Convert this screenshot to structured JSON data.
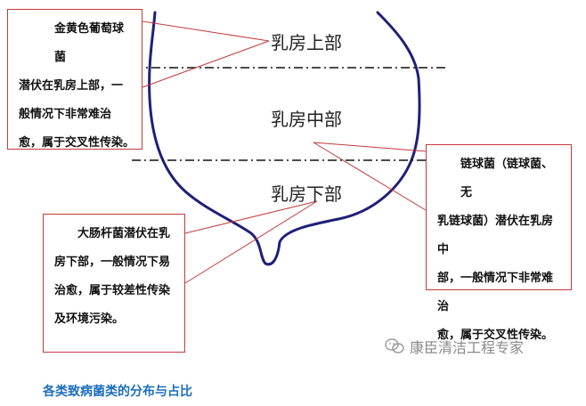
{
  "zones": {
    "upper": "乳房上部",
    "middle": "乳房中部",
    "lower": "乳房下部"
  },
  "boxes": {
    "staph": [
      "金黄色葡萄球菌",
      "潜伏在乳房上部，一",
      "般情况下非常难治",
      "愈，属于交叉性传染。"
    ],
    "strep": [
      "链球菌（链球菌、无",
      "乳链球菌）潜伏在乳房中",
      "部，一般情况下非常难治",
      "愈，属于交叉性传染。"
    ],
    "ecoli": [
      "大肠杆菌潜伏在乳",
      "房下部，一般情况下易",
      "治愈，属于较差性传染",
      "及环境污染。"
    ]
  },
  "caption": "各类致病菌类的分布与占比",
  "watermark": "康臣清洁工程专家",
  "colors": {
    "outline": "#1f1f7a",
    "callout": "#c33a3a",
    "caption": "#1c6ebe"
  }
}
